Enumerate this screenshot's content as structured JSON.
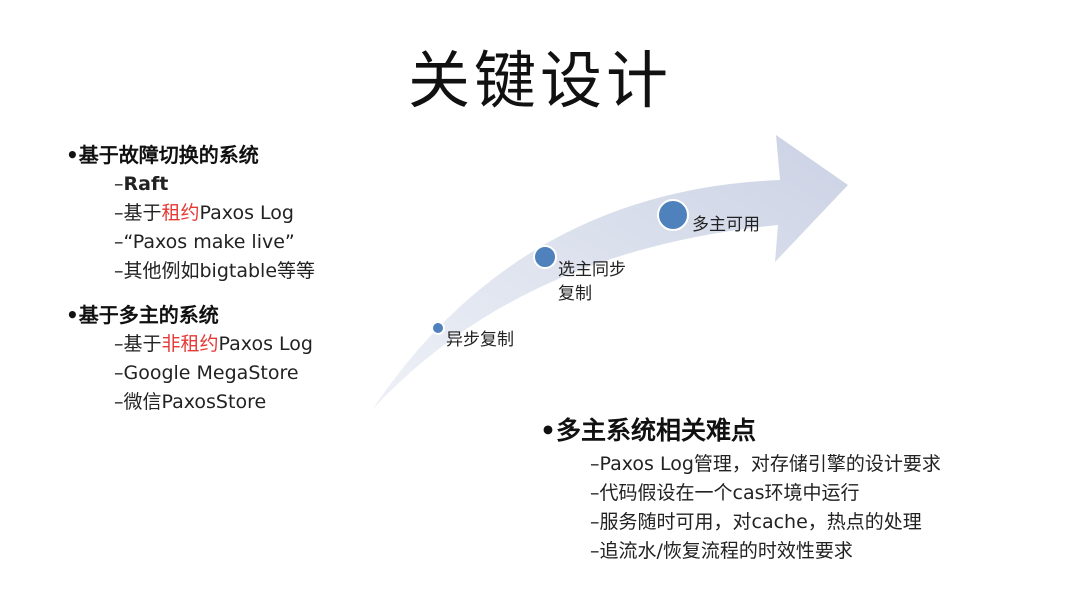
{
  "title": "关键设计",
  "left": {
    "groups": [
      {
        "heading": "•基于故障切换的系统",
        "items": [
          {
            "dash": "–",
            "pre": "Raft",
            "red": "",
            "post": ""
          },
          {
            "dash": "–",
            "pre": "基于",
            "red": "租约",
            "post": "Paxos Log"
          },
          {
            "dash": "–",
            "pre": "“Paxos make live”",
            "red": "",
            "post": ""
          },
          {
            "dash": "–",
            "pre": "其他例如bigtable等等",
            "red": "",
            "post": ""
          }
        ]
      },
      {
        "heading": "•基于多主的系统",
        "items": [
          {
            "dash": "–",
            "pre": "基于",
            "red": "非租约",
            "post": "Paxos Log"
          },
          {
            "dash": "–",
            "pre": "Google MegaStore",
            "red": "",
            "post": ""
          },
          {
            "dash": "–",
            "pre": "微信PaxosStore",
            "red": "",
            "post": ""
          }
        ]
      }
    ]
  },
  "arrow": {
    "nodes": [
      {
        "label_line1": "异步复制",
        "label_line2": ""
      },
      {
        "label_line1": "选主同步",
        "label_line2": "复制"
      },
      {
        "label_line1": "多主可用",
        "label_line2": ""
      }
    ]
  },
  "right": {
    "heading": "•多主系统相关难点",
    "items": [
      "–Paxos Log管理，对存储引擎的设计要求",
      "–代码假设在一个cas环境中运行",
      "–服务随时可用，对cache，热点的处理",
      "–追流水/恢复流程的时效性要求"
    ]
  },
  "colors": {
    "arrow_fill": "#d4d9e8",
    "node_fill": "#4f81bd",
    "highlight": "#e53935"
  }
}
